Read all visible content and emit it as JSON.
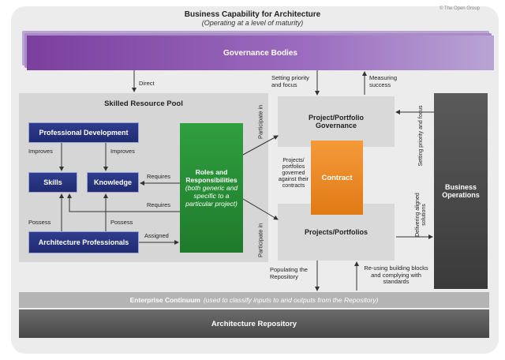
{
  "header": {
    "title": "Business Capability for Architecture",
    "subtitle": "(Operating at a level of maturity)",
    "copyright": "© The Open Group"
  },
  "governance_bodies": "Governance Bodies",
  "skilled_pool": {
    "title": "Skilled Resource Pool",
    "professional_development": "Professional Development",
    "skills": "Skills",
    "knowledge": "Knowledge",
    "architecture_professionals": "Architecture Professionals",
    "roles_title": "Roles and Responsibilities",
    "roles_note": "(both generic and specific to a particular project)"
  },
  "labels": {
    "direct": "Direct",
    "improves_left": "Improves",
    "improves_right": "Improves",
    "possess_left": "Possess",
    "possess_right": "Possess",
    "requires_top": "Requires",
    "requires_bottom": "Requires",
    "assigned": "Assigned",
    "participate_top": "Participate in",
    "participate_bottom": "Participate in",
    "setting_priority": "Setting priority and focus",
    "measuring_success": "Measuring success",
    "projects_governed": "Projects/ portfolios governed against their contracts",
    "setting_priority_vertical": "Setting priority and focus",
    "delivering_solutions": "Delivering aligned solutions",
    "populating_repository": "Populating the Repository",
    "reusing_blocks": "Re-using building blocks and complying with standards"
  },
  "governance_box": "Project/Portfolio Governance",
  "contract": "Contract",
  "projects_box": "Projects/Portfolios",
  "business_operations": "Business Operations",
  "enterprise_continuum": {
    "title": "Enterprise Continuum",
    "note": "(used to classify inputs to and outputs from the Repository)"
  },
  "architecture_repository": "Architecture Repository",
  "colors": {
    "governance": "#7b3f9e",
    "blue_box": "#2f3d8f",
    "green_box": "#2f9f3f",
    "contract": "#f59a3a",
    "business_ops": "#4a4a4a"
  }
}
